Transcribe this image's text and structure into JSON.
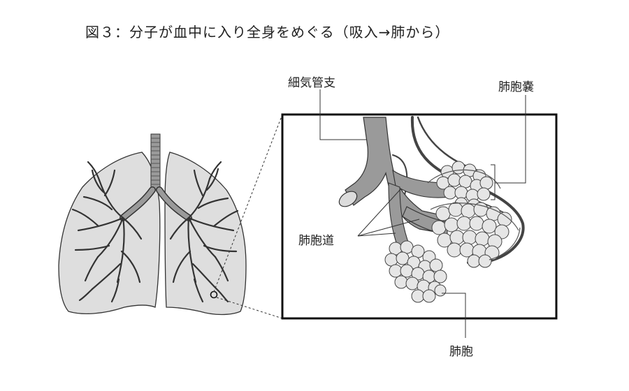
{
  "title": "図３：分子が血中に入り全身をめぐる（吸入→肺から）",
  "labels": {
    "bronchiole": "細気管支",
    "alveolar_sac": "肺胞嚢",
    "alveolar_duct": "肺胞道",
    "alveolus": "肺胞"
  },
  "colors": {
    "lung_fill": "#dedede",
    "airway_fill": "#9a9a9a",
    "outline": "#333333",
    "frame": "#111111",
    "alveolus_fill": "#e6e6e6"
  }
}
